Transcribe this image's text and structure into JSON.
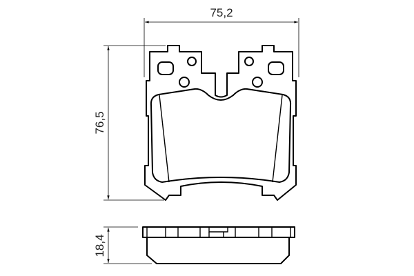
{
  "dimensions": {
    "width": "75,2",
    "height": "76,5",
    "thickness": "18,4"
  },
  "colors": {
    "line": "#000000",
    "background": "#ffffff"
  }
}
